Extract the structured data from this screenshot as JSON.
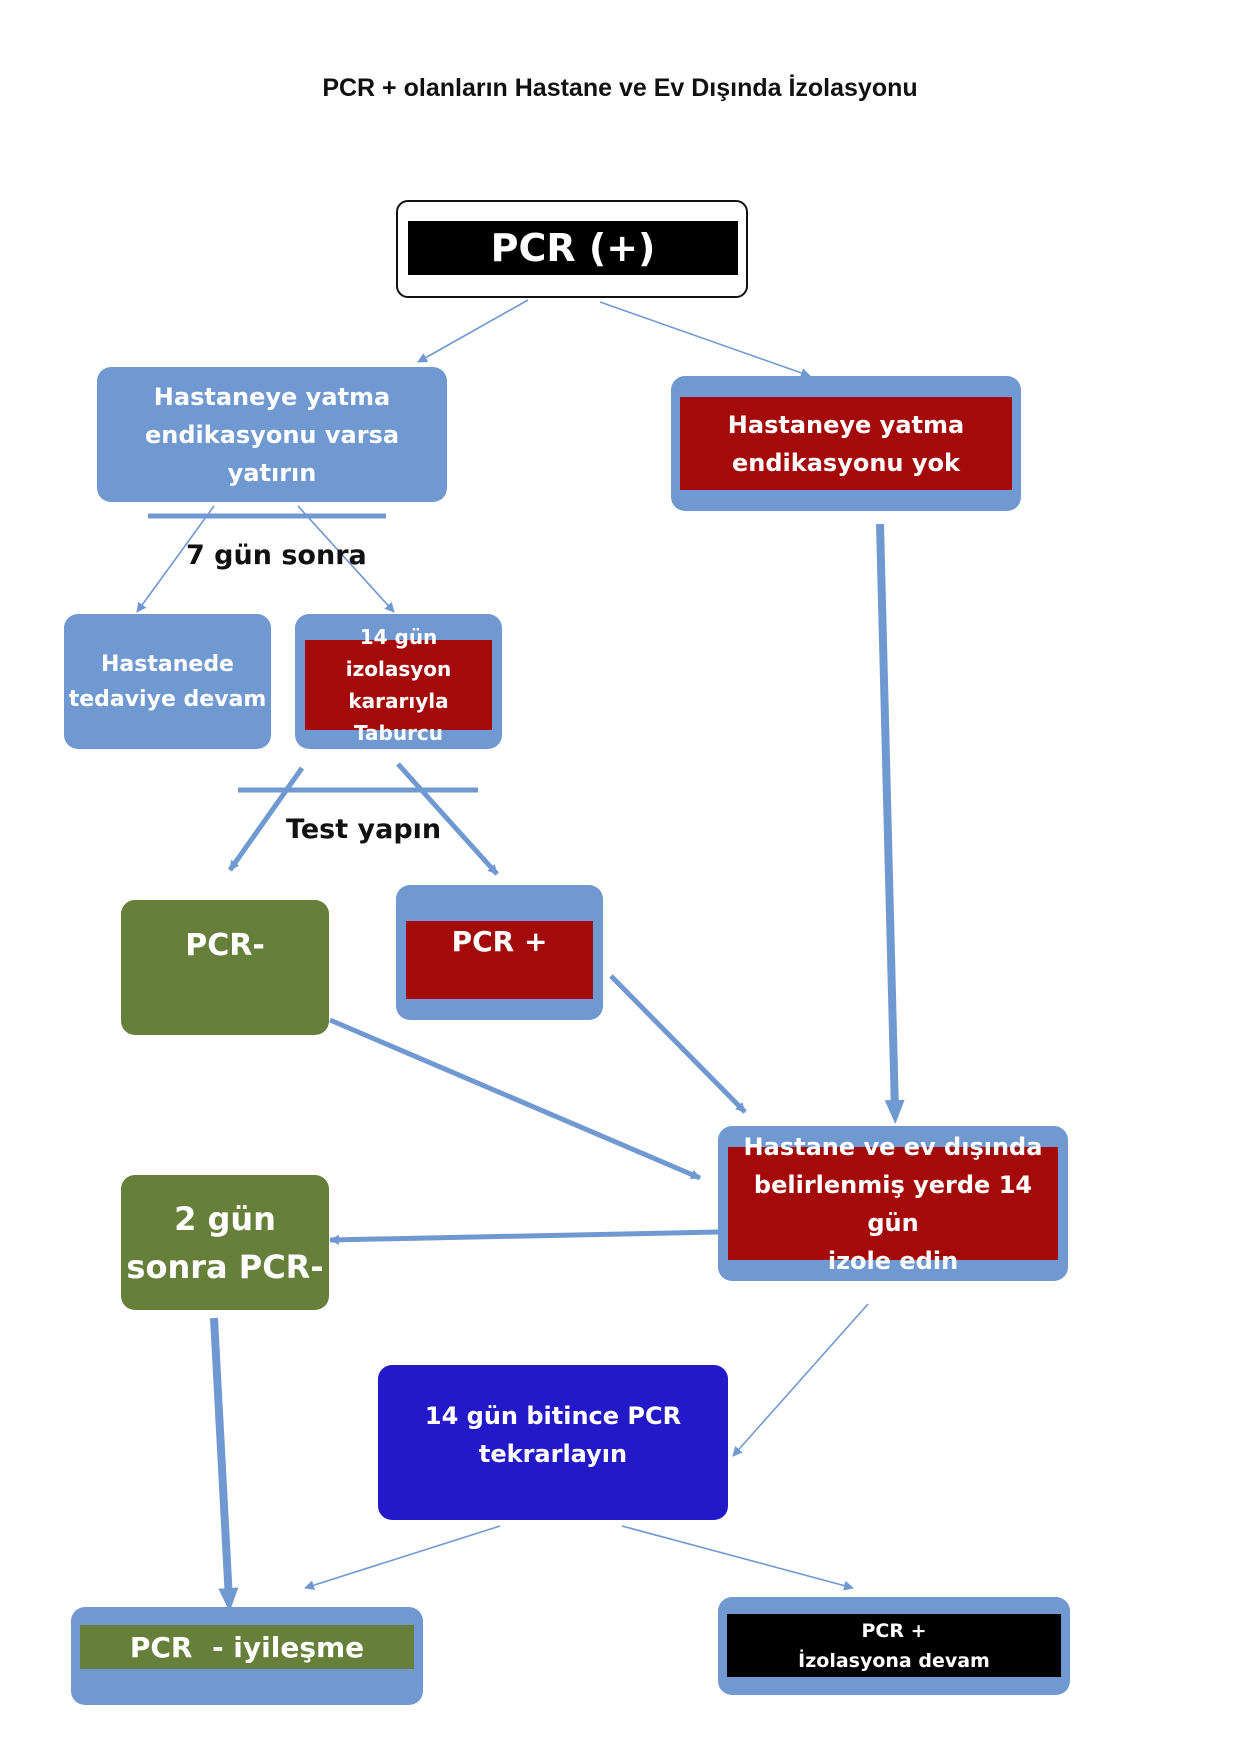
{
  "title": "PCR + olanların Hastane ve Ev Dışında İzolasyonu",
  "colors": {
    "light_blue": "#7099d1",
    "dark_red": "#a50a0a",
    "green": "#66803b",
    "deep_blue": "#2319c8",
    "black": "#000000"
  },
  "nodes": {
    "pcr_positive": "PCR (+)",
    "hospitalize": "Hastaneye yatma\nendikasyonu varsa yatırın",
    "no_indication": "Hastaneye yatma\nendikasyonu yok",
    "continue_treatment": "Hastanede\ntedaviye devam",
    "discharge": "14 gün izolasyon\nkararıyla Taburcu",
    "pcr_negative": "PCR-",
    "pcr_plus": "PCR +",
    "isolate_14": "Hastane ve ev dışında\nbelirlenmiş yerde 14 gün\nizole edin",
    "two_day_negative": "2 gün\nsonra PCR-",
    "repeat_pcr": "14 gün bitince PCR\ntekrarlayın",
    "recovery": "PCR  - iyileşme",
    "continue_isolation": "PCR +\nİzolasyona devam"
  },
  "labels": {
    "seven_days": "7 gün sonra",
    "test": "Test yapın"
  }
}
